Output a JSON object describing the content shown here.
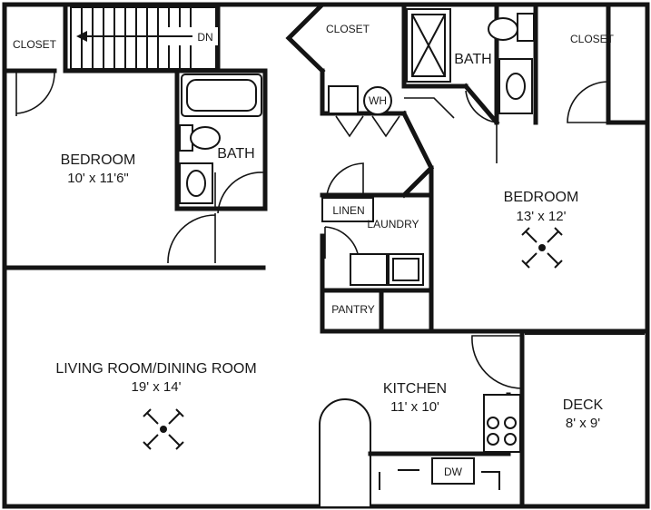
{
  "rooms": {
    "bedroom_left": {
      "name": "BEDROOM",
      "dimensions": "10' x 11'6\""
    },
    "bedroom_right": {
      "name": "BEDROOM",
      "dimensions": "13' x 12'"
    },
    "living_dining": {
      "name": "LIVING ROOM/DINING ROOM",
      "dimensions": "19' x 14'"
    },
    "kitchen": {
      "name": "KITCHEN",
      "dimensions": "11' x 10'"
    },
    "deck": {
      "name": "DECK",
      "dimensions": "8' x 9'"
    }
  },
  "labels": {
    "closet_top_left": "CLOSET",
    "closet_center": "CLOSET",
    "closet_top_right": "CLOSET",
    "bath_left": "BATH",
    "bath_right": "BATH",
    "stairs_down": "DN",
    "water_heater": "WH",
    "linen": "LINEN",
    "laundry": "LAUNDRY",
    "pantry": "PANTRY",
    "dishwasher": "DW"
  },
  "icons": {
    "ceiling_fan": "ceiling-fan-icon",
    "stairs_arrow": "arrow-left-icon"
  }
}
